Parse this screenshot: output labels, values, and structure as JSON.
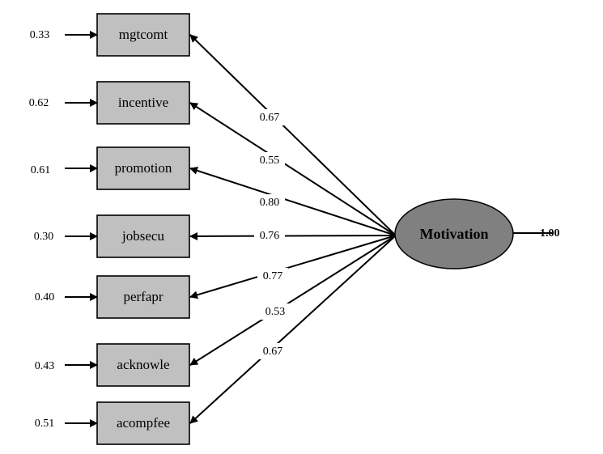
{
  "latent": {
    "label": "Motivation",
    "variance": "1.00",
    "fill": "#808080"
  },
  "indicators": [
    {
      "name": "mgtcomt",
      "error": "0.33",
      "loading": "0.67"
    },
    {
      "name": "incentive",
      "error": "0.62",
      "loading": "0.55"
    },
    {
      "name": "promotion",
      "error": "0.61",
      "loading": "0.80"
    },
    {
      "name": "jobsecu",
      "error": "0.30",
      "loading": "0.76"
    },
    {
      "name": "perfapr",
      "error": "0.40",
      "loading": "0.77"
    },
    {
      "name": "acknowle",
      "error": "0.43",
      "loading": "0.53"
    },
    {
      "name": "acompfee",
      "error": "0.51",
      "loading": "0.67"
    }
  ],
  "colors": {
    "indicator_fill": "#c0c0c0",
    "background": "#ffffff"
  }
}
